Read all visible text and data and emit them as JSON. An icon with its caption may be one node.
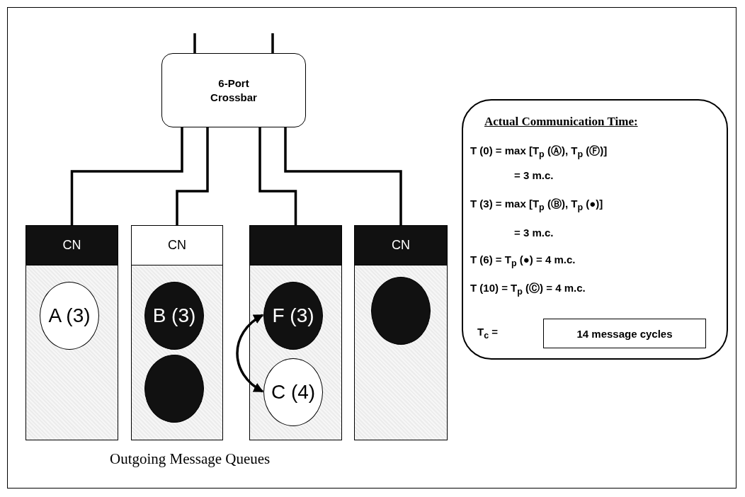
{
  "diagram": {
    "nodes": [
      {
        "text": [
          "6-Port Crossbar"
        ]
      },
      {
        "text": [
          "CN"
        ]
      },
      {
        "text": [
          "CN"
        ]
      },
      {
        "text": [],
        "shape": "box"
      },
      {
        "text": [
          "CN"
        ]
      },
      {
        "text": [
          "A (3)"
        ],
        "in": 1
      },
      {
        "text": [
          "B (3)"
        ],
        "in": 2
      },
      {
        "text": [],
        "shape": "circle",
        "in": 2
      },
      {
        "text": [
          "F (3)"
        ],
        "in": 3
      },
      {
        "text": [
          "C (4)"
        ],
        "in": 3
      },
      {
        "text": [],
        "shape": "circle",
        "in": 4
      },
      {
        "text": [
          "Actual Communication Time:",
          "T (0)  = max [T$_{p}$ (Ⓐ), T$_{p}$ (Ⓕ)]",
          "= 3 m.c.",
          "T (3)  = max [T$_{p}$ (Ⓑ), T$_{p}$ (●)]",
          "= 3 m.c.",
          "T (6)  = T$_{p}$ (●) = 4 m.c.",
          "T (10) = T$_{p}$ (Ⓒ) = 4 m.c.",
          "T$_{c}$    ="
        ]
      },
      {
        "text": [
          "14 message cycles"
        ],
        "in": 11
      }
    ],
    "edges": [
      {
        "from": 0,
        "to": null,
        "arrow": "none"
      },
      {
        "from": 0,
        "to": null,
        "arrow": "none"
      },
      {
        "from": 0,
        "to": 1,
        "arrow": "none"
      },
      {
        "from": 0,
        "to": 2,
        "arrow": "none"
      },
      {
        "from": 0,
        "to": 3,
        "arrow": "none"
      },
      {
        "from": 0,
        "to": 4,
        "arrow": "none"
      },
      {
        "from": 8,
        "to": 9,
        "arrow": "both"
      }
    ],
    "labels": [
      "Outgoing Message Queues"
    ]
  }
}
